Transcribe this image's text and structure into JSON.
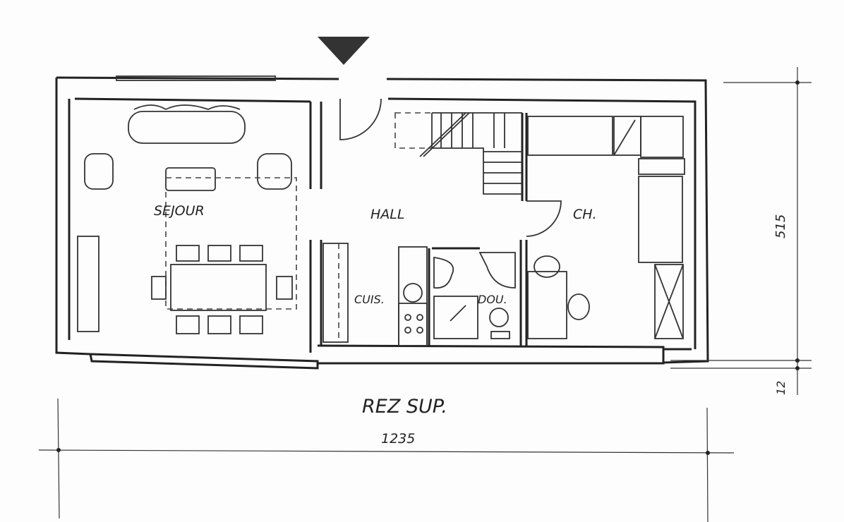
{
  "plan": {
    "title": "REZ SUP.",
    "rooms": {
      "sejour": "SEJOUR",
      "hall": "HALL",
      "chambre": "CH.",
      "cuisine": "CUIS.",
      "douche": "DOU."
    },
    "dimensions": {
      "width": "1235",
      "depth": "515",
      "offset": "12"
    },
    "icons": {
      "entrance": "entrance-arrow-icon"
    },
    "colors": {
      "ink": "#222222",
      "paper": "#fdfdfd"
    }
  }
}
